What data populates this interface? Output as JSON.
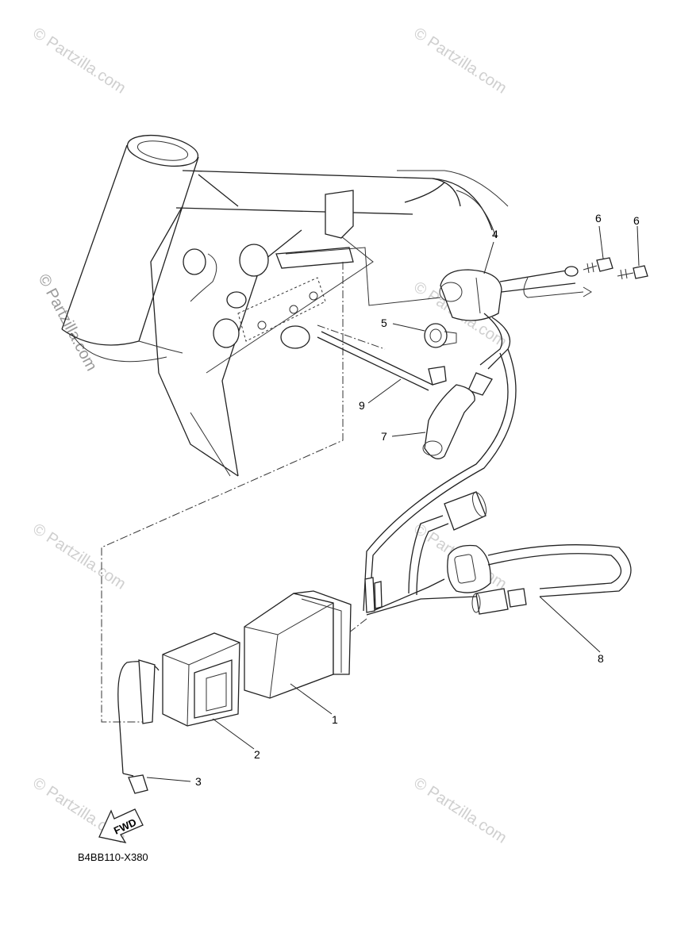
{
  "diagram": {
    "drawing_code": "B4BB110-X380",
    "fwd_label": "FWD",
    "watermarks": [
      "© Partzilla.com",
      "© Partzilla.com",
      "© Partzilla.com",
      "© Partzilla.com",
      "© Partzilla.com",
      "© Partzilla.com",
      "© Partzilla.com"
    ],
    "watermark_side": "© Partzilla.com",
    "callouts": [
      {
        "label": "1"
      },
      {
        "label": "2"
      },
      {
        "label": "3"
      },
      {
        "label": "4"
      },
      {
        "label": "5"
      },
      {
        "label": "6"
      },
      {
        "label": "6"
      },
      {
        "label": "7"
      },
      {
        "label": "8"
      },
      {
        "label": "9"
      }
    ]
  }
}
